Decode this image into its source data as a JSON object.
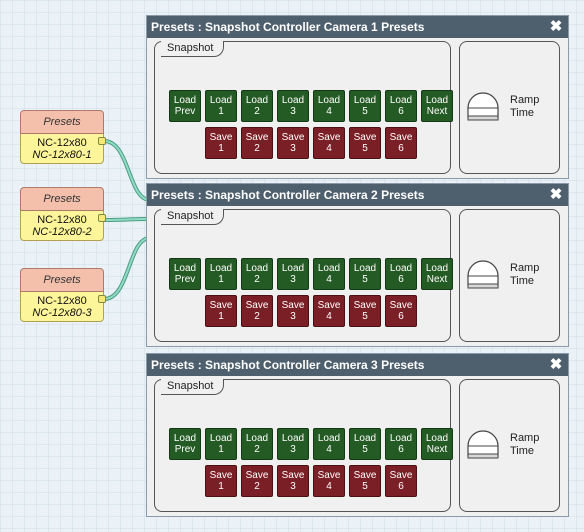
{
  "nodes": [
    {
      "header": "Presets",
      "line1": "NC-12x80",
      "line2": "NC-12x80-1"
    },
    {
      "header": "Presets",
      "line1": "NC-12x80",
      "line2": "NC-12x80-2"
    },
    {
      "header": "Presets",
      "line1": "NC-12x80",
      "line2": "NC-12x80-3"
    }
  ],
  "panels": [
    {
      "title": "Presets : Snapshot Controller Camera 1 Presets",
      "group_label": "Snapshot",
      "load_buttons": [
        "Load\nPrev",
        "Load\n1",
        "Load\n2",
        "Load\n3",
        "Load\n4",
        "Load\n5",
        "Load\n6",
        "Load\nNext"
      ],
      "save_buttons": [
        "Save\n1",
        "Save\n2",
        "Save\n3",
        "Save\n4",
        "Save\n5",
        "Save\n6"
      ],
      "ramp_label": "Ramp\nTime"
    },
    {
      "title": "Presets : Snapshot Controller Camera 2 Presets",
      "group_label": "Snapshot",
      "load_buttons": [
        "Load\nPrev",
        "Load\n1",
        "Load\n2",
        "Load\n3",
        "Load\n4",
        "Load\n5",
        "Load\n6",
        "Load\nNext"
      ],
      "save_buttons": [
        "Save\n1",
        "Save\n2",
        "Save\n3",
        "Save\n4",
        "Save\n5",
        "Save\n6"
      ],
      "ramp_label": "Ramp\nTime"
    },
    {
      "title": "Presets : Snapshot Controller Camera 3 Presets",
      "group_label": "Snapshot",
      "load_buttons": [
        "Load\nPrev",
        "Load\n1",
        "Load\n2",
        "Load\n3",
        "Load\n4",
        "Load\n5",
        "Load\n6",
        "Load\nNext"
      ],
      "save_buttons": [
        "Save\n1",
        "Save\n2",
        "Save\n3",
        "Save\n4",
        "Save\n5",
        "Save\n6"
      ],
      "ramp_label": "Ramp\nTime"
    }
  ],
  "colors": {
    "title_bar": "#4e5f6e",
    "load_button": "#245a24",
    "save_button": "#7a1f26",
    "node_header": "#f4c0ac",
    "node_body": "#fdf59a",
    "wire": "#6cc0a8"
  },
  "icons": {
    "close": "close-icon",
    "ramp": "dome-knob-icon"
  }
}
